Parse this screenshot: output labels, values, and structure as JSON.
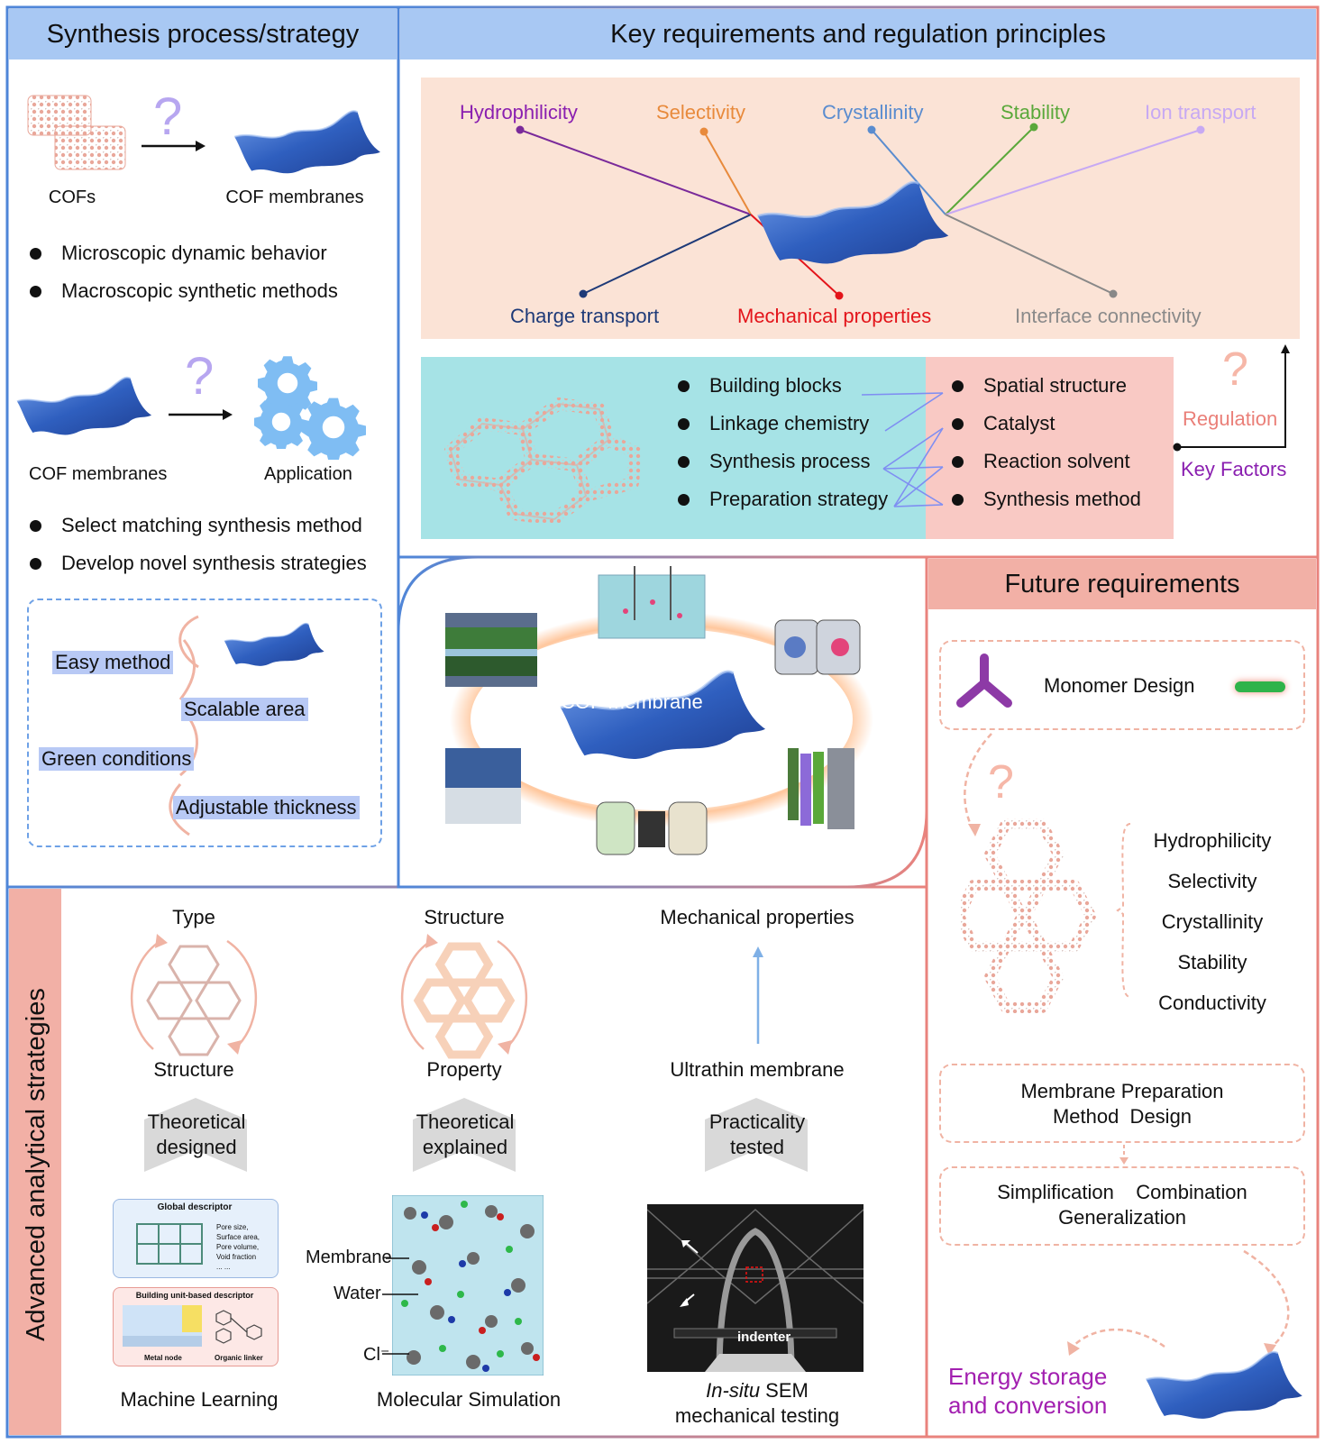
{
  "colors": {
    "blue": "#4f86d8",
    "pink": "#e9837d",
    "header_blue": "#a8c8f3",
    "header_pink": "#f2b0a6",
    "peach_bg": "#fbe3d6",
    "cyan_bg": "#a6e3e6",
    "salmon_bg": "#f9c9c4"
  },
  "synthesis": {
    "header": "Synthesis process/strategy",
    "cofs_label": "COFs",
    "cof_membranes_label": "COF membranes",
    "bullets_1": [
      "Microscopic dynamic behavior",
      "Macroscopic synthetic methods"
    ],
    "cof_membranes_label2": "COF membranes",
    "application_label": "Application",
    "bullets_2": [
      "Select matching synthesis method",
      "Develop novel synthesis strategies"
    ],
    "highlights": [
      "Easy method",
      "Scalable area",
      "Green conditions",
      "Adjustable thickness"
    ],
    "question_mark": "?"
  },
  "key": {
    "header": "Key requirements and regulation principles",
    "top_labels": [
      "Hydrophilicity",
      "Selectivity",
      "Crystallinity",
      "Stability",
      "Ion transport"
    ],
    "top_colors": [
      "#8a1fb0",
      "#e88a3c",
      "#5a8ccf",
      "#5aa83a",
      "#c7a9f3"
    ],
    "bottom_labels": [
      "Charge transport",
      "Mechanical properties",
      "Interface connectivity"
    ],
    "bottom_colors": [
      "#1e3a78",
      "#e3141a",
      "#8a8a8a"
    ],
    "left_factors": [
      "Building blocks",
      "Linkage chemistry",
      "Synthesis process",
      "Preparation strategy"
    ],
    "right_factors": [
      "Spatial structure",
      "Catalyst",
      "Reaction solvent",
      "Synthesis method"
    ],
    "regulation": "Regulation",
    "key_factors": "Key Factors",
    "question_mark": "?"
  },
  "center": {
    "label": "COF membrane"
  },
  "future": {
    "header": "Future requirements",
    "monomer": "Monomer Design",
    "properties": [
      "Hydrophilicity",
      "Selectivity",
      "Crystallinity",
      "Stability",
      "Conductivity"
    ],
    "prep_line1": "Membrane Preparation",
    "prep_line2": "Method  Design",
    "simp_line1": "Simplification    Combination",
    "simp_line2": "Generalization",
    "energy_line1": "Energy storage",
    "energy_line2": "and conversion",
    "question_mark": "?"
  },
  "advanced": {
    "side_label": "Advanced analytical strategies",
    "col1": {
      "top": "Type",
      "bottom": "Structure",
      "chevron_l1": "Theoretical",
      "chevron_l2": "designed",
      "caption": "Machine Learning",
      "ml_global": "Global descriptor",
      "ml_pore": [
        "Pore size,",
        "Surface area,",
        "Pore volume,",
        "Void fraction",
        "... ..."
      ],
      "ml_building": "Building unit-based descriptor",
      "ml_metal": "Metal node",
      "ml_linker": "Organic linker"
    },
    "col2": {
      "top": "Structure",
      "bottom": "Property",
      "chevron_l1": "Theoretical",
      "chevron_l2": "explained",
      "caption": "Molecular Simulation",
      "labels": [
        "Membrane",
        "Water",
        "Cl⁻"
      ]
    },
    "col3": {
      "top": "Mechanical properties",
      "bottom": "Ultrathin membrane",
      "chevron_l1": "Practicality",
      "chevron_l2": "tested",
      "caption_italic": "In-situ",
      "caption_rest": " SEM",
      "caption_l2": "mechanical testing",
      "indenter": "indenter"
    }
  }
}
